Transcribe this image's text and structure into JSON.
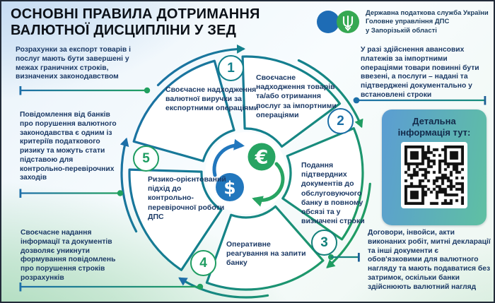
{
  "title": {
    "line1": "ОСНОВНІ ПРАВИЛА ДОТРИМАННЯ",
    "line2": "ВАЛЮТНОЇ ДИСЦИПЛІНИ У ЗЕД"
  },
  "logo": {
    "line1": "Державна податкова служба України",
    "line2": "Головне управління ДПС",
    "line3": "у Запорізькій області"
  },
  "cycle": {
    "steps": [
      {
        "num": "1",
        "label": "Своєчасне надходження валютної виручки за експортними операціями"
      },
      {
        "num": "2",
        "label": "Своєчасне надходження товарів та/або отримання послуг за імпортними операціями"
      },
      {
        "num": "3",
        "label": "Подання підтвердних документів до обслуговуючого банку в повному обсязі та у визначені строки"
      },
      {
        "num": "4",
        "label": "Оперативне реагування на запити банку"
      },
      {
        "num": "5",
        "label": "Ризико-орієнтований підхід до контрольно-перевірочної роботи ДПС"
      }
    ],
    "center_icons": {
      "euro": "€",
      "dollar": "$"
    }
  },
  "left_notes": [
    {
      "text": "Розрахунки за експорт товарів і послуг мають бути завершені у межах граничних строків, визначених законодавством"
    },
    {
      "text": "Повідомлення від банків про порушення валютного законодавства є одним із критеріїв податкового ризику та можуть стати підставою для контрольно-перевірочних заходів"
    },
    {
      "text": "Своєчасне надання інформації та документів дозволяє уникнути формування повідомлень про порушення строків розрахунків"
    }
  ],
  "right_notes": [
    {
      "text": "У разі здійснення авансових платежів за імпортними операціями товари повинні бути ввезені, а послуги – надані та підтверджені документально у встановлені строки"
    },
    {
      "text": "Договори, інвойси, акти виконаних робіт, митні декларації та інші документи є обов'язковими для валютного нагляду та мають подаватися без затримок, оскільки банки здійснюють валютний нагляд"
    }
  ],
  "qr_card": {
    "title": "Детальна інформація тут:"
  },
  "colors": {
    "blue": "#1d6fa8",
    "teal": "#13808c",
    "green": "#21a05f",
    "navy_text": "#1c3a66",
    "qr_card_blue": "#5b9dd3",
    "qr_card_green": "#5fc0a2"
  }
}
